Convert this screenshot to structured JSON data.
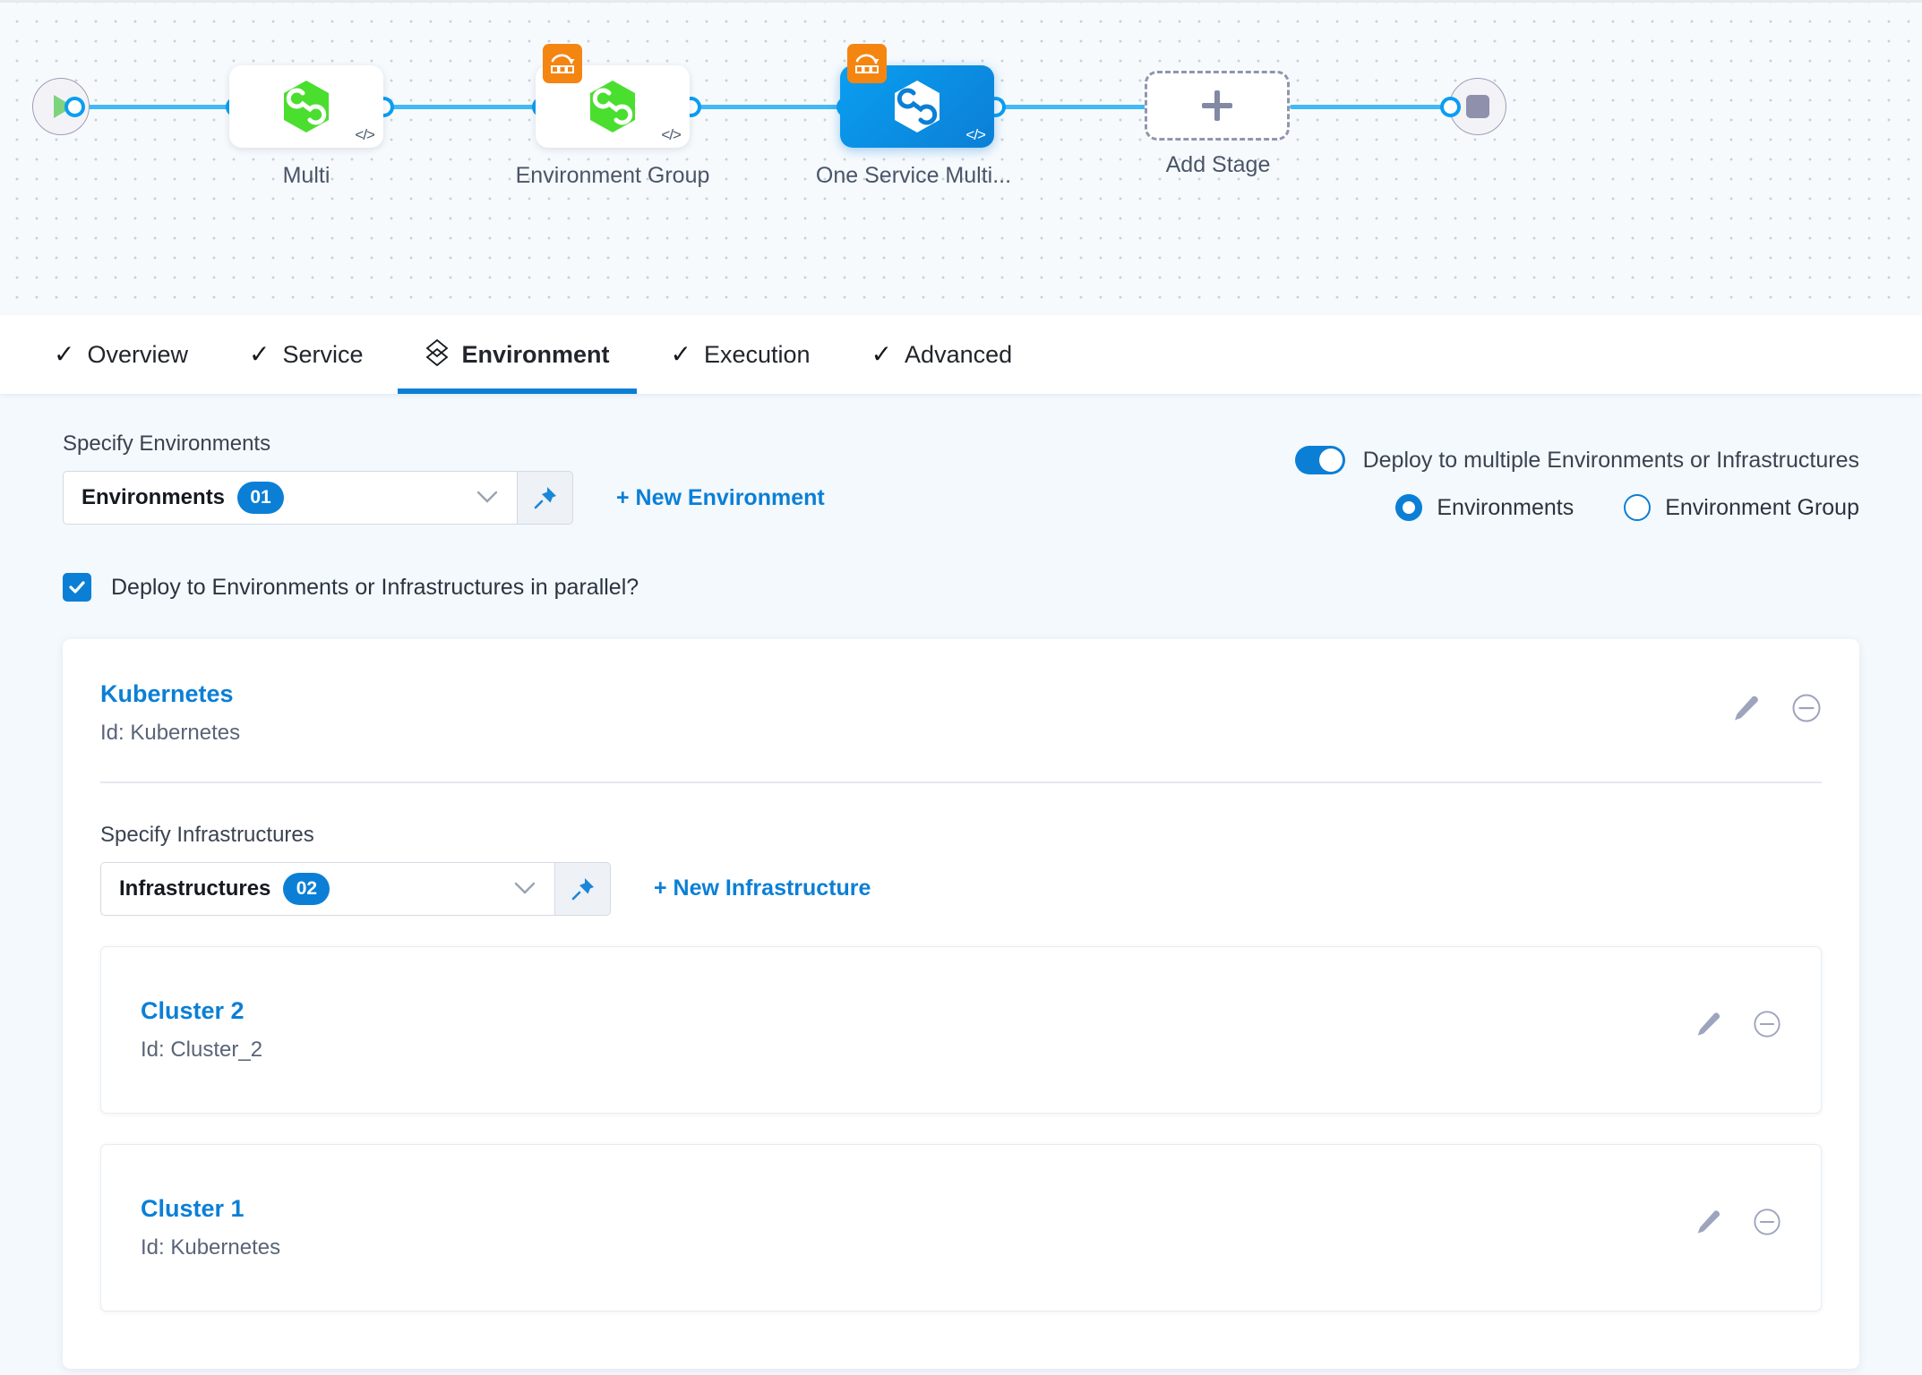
{
  "pipeline": {
    "start_node": "start-play",
    "end_node": "end-stop",
    "stages": [
      {
        "label": "Multi",
        "icon": "harness-hexagon-icon",
        "selected": false,
        "has_badge": false,
        "code_badge": "</>"
      },
      {
        "label": "Environment Group",
        "icon": "harness-hexagon-icon",
        "selected": false,
        "has_badge": true,
        "code_badge": "</>"
      },
      {
        "label": "One Service Multi...",
        "icon": "harness-hexagon-icon",
        "selected": true,
        "has_badge": true,
        "code_badge": "</>"
      }
    ],
    "add_stage_label": "Add Stage"
  },
  "tabs": [
    {
      "label": "Overview",
      "check": "✓",
      "active": false
    },
    {
      "label": "Service",
      "check": "✓",
      "active": false
    },
    {
      "label": "Environment",
      "check": "",
      "active": true
    },
    {
      "label": "Execution",
      "check": "✓",
      "active": false
    },
    {
      "label": "Advanced",
      "check": "✓",
      "active": false
    }
  ],
  "environments": {
    "section_label": "Specify Environments",
    "select_text": "Environments",
    "select_count": "01",
    "caret": "⌄",
    "pin_icon": "pin-icon",
    "new_link": "+ New Environment"
  },
  "multi_deploy": {
    "toggle_label": "Deploy to multiple Environments or Infrastructures",
    "toggle_on": true,
    "options": [
      {
        "label": "Environments",
        "selected": true
      },
      {
        "label": "Environment Group",
        "selected": false
      }
    ]
  },
  "parallel": {
    "label": "Deploy to Environments or Infrastructures in parallel?",
    "checked": true,
    "check_glyph": "✓"
  },
  "environment_card": {
    "name": "Kubernetes",
    "id": "Id: Kubernetes",
    "edit_icon": "pencil-icon",
    "remove_icon": "minus-circle-icon"
  },
  "infrastructures": {
    "section_label": "Specify Infrastructures",
    "select_text": "Infrastructures",
    "select_count": "02",
    "caret": "⌄",
    "pin_icon": "pin-icon",
    "new_link": "+ New Infrastructure",
    "items": [
      {
        "name": "Cluster 2",
        "id": "Id: Cluster_2"
      },
      {
        "name": "Cluster 1",
        "id": "Id: Kubernetes"
      }
    ]
  },
  "colors": {
    "accent": "#0b7fd6",
    "connector": "#41b9f4",
    "badge_orange": "#f58511",
    "hex_green": "#4ade2f",
    "page_bg": "#f4f9fd"
  }
}
